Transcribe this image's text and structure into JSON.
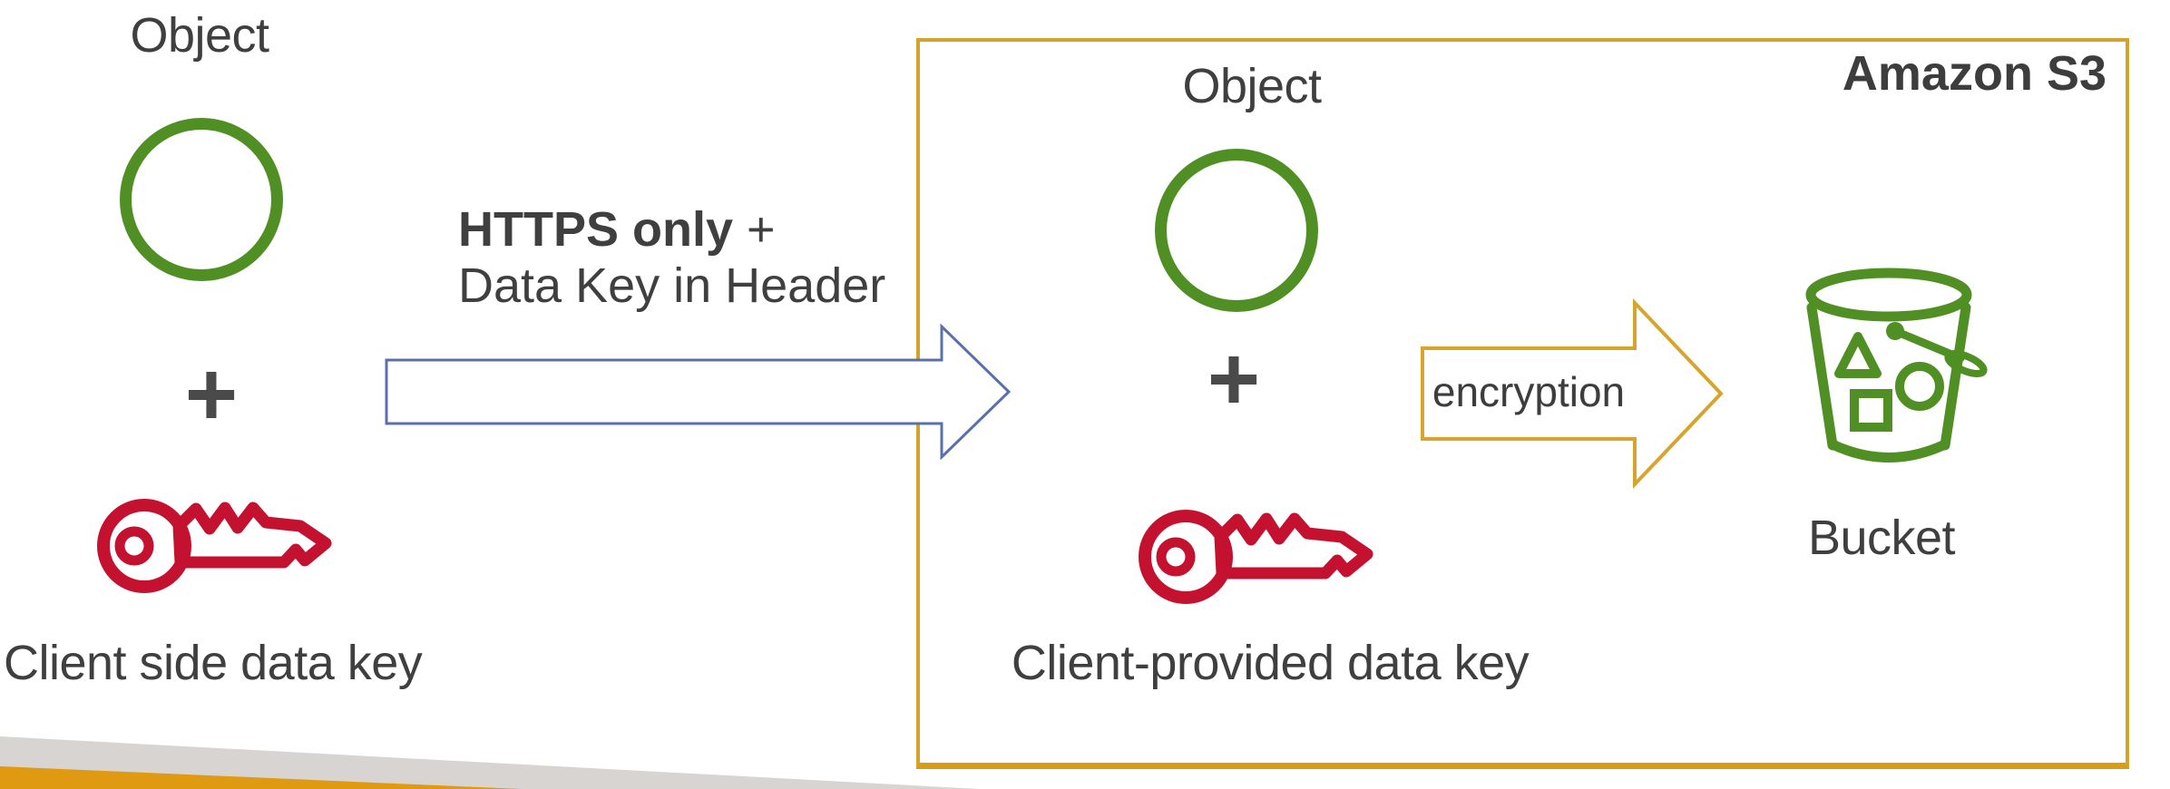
{
  "left_group": {
    "object_label": "Object",
    "plus": "+",
    "caption": "Client side data key"
  },
  "https_note": {
    "bold": "HTTPS only",
    "suffix": " +",
    "line2": "Data Key in Header"
  },
  "s3_box": {
    "title": "Amazon S3",
    "object_label": "Object",
    "plus": "+",
    "caption": "Client-provided data key",
    "encryption_label": "encryption",
    "bucket_label": "Bucket"
  },
  "icons": {
    "object": "green-circle-outline-icon",
    "data_key": "red-key-outline-icon",
    "transfer_arrow": "blue-block-arrow-right-icon",
    "encryption_arrow": "gold-block-arrow-right-icon",
    "bucket": "green-s3-bucket-outline-icon"
  },
  "colors": {
    "object_green": "#4f8f24",
    "key_crimson": "#c3112f",
    "box_gold": "#d3a42b",
    "arrow_blue": "#5a70a8",
    "text_gray": "#3f3f3f",
    "footer_gray": "#d8d4d1",
    "footer_orange": "#e09a12"
  }
}
